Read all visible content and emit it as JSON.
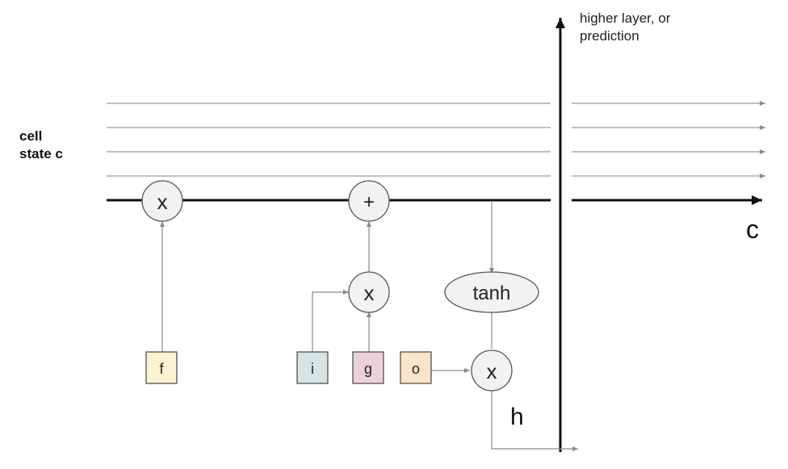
{
  "labels": {
    "cell_state_line1": "cell",
    "cell_state_line2": "state c",
    "higher_line1": "higher layer, or",
    "higher_line2": "prediction",
    "c_output": "c",
    "h_output": "h"
  },
  "ops": {
    "forget_multiply": "x",
    "add": "+",
    "input_multiply": "x",
    "tanh": "tanh",
    "output_multiply": "x"
  },
  "gates": [
    {
      "id": "f",
      "label": "f",
      "fill": "#fef3d0"
    },
    {
      "id": "i",
      "label": "i",
      "fill": "#d6e4e4"
    },
    {
      "id": "g",
      "label": "g",
      "fill": "#ecd1dc"
    },
    {
      "id": "o",
      "label": "o",
      "fill": "#fde3c8"
    }
  ],
  "colors": {
    "main_line": "#111111",
    "thin_line": "#9a9a9a",
    "node_fill": "#f2f2f2",
    "node_stroke": "#555555"
  }
}
